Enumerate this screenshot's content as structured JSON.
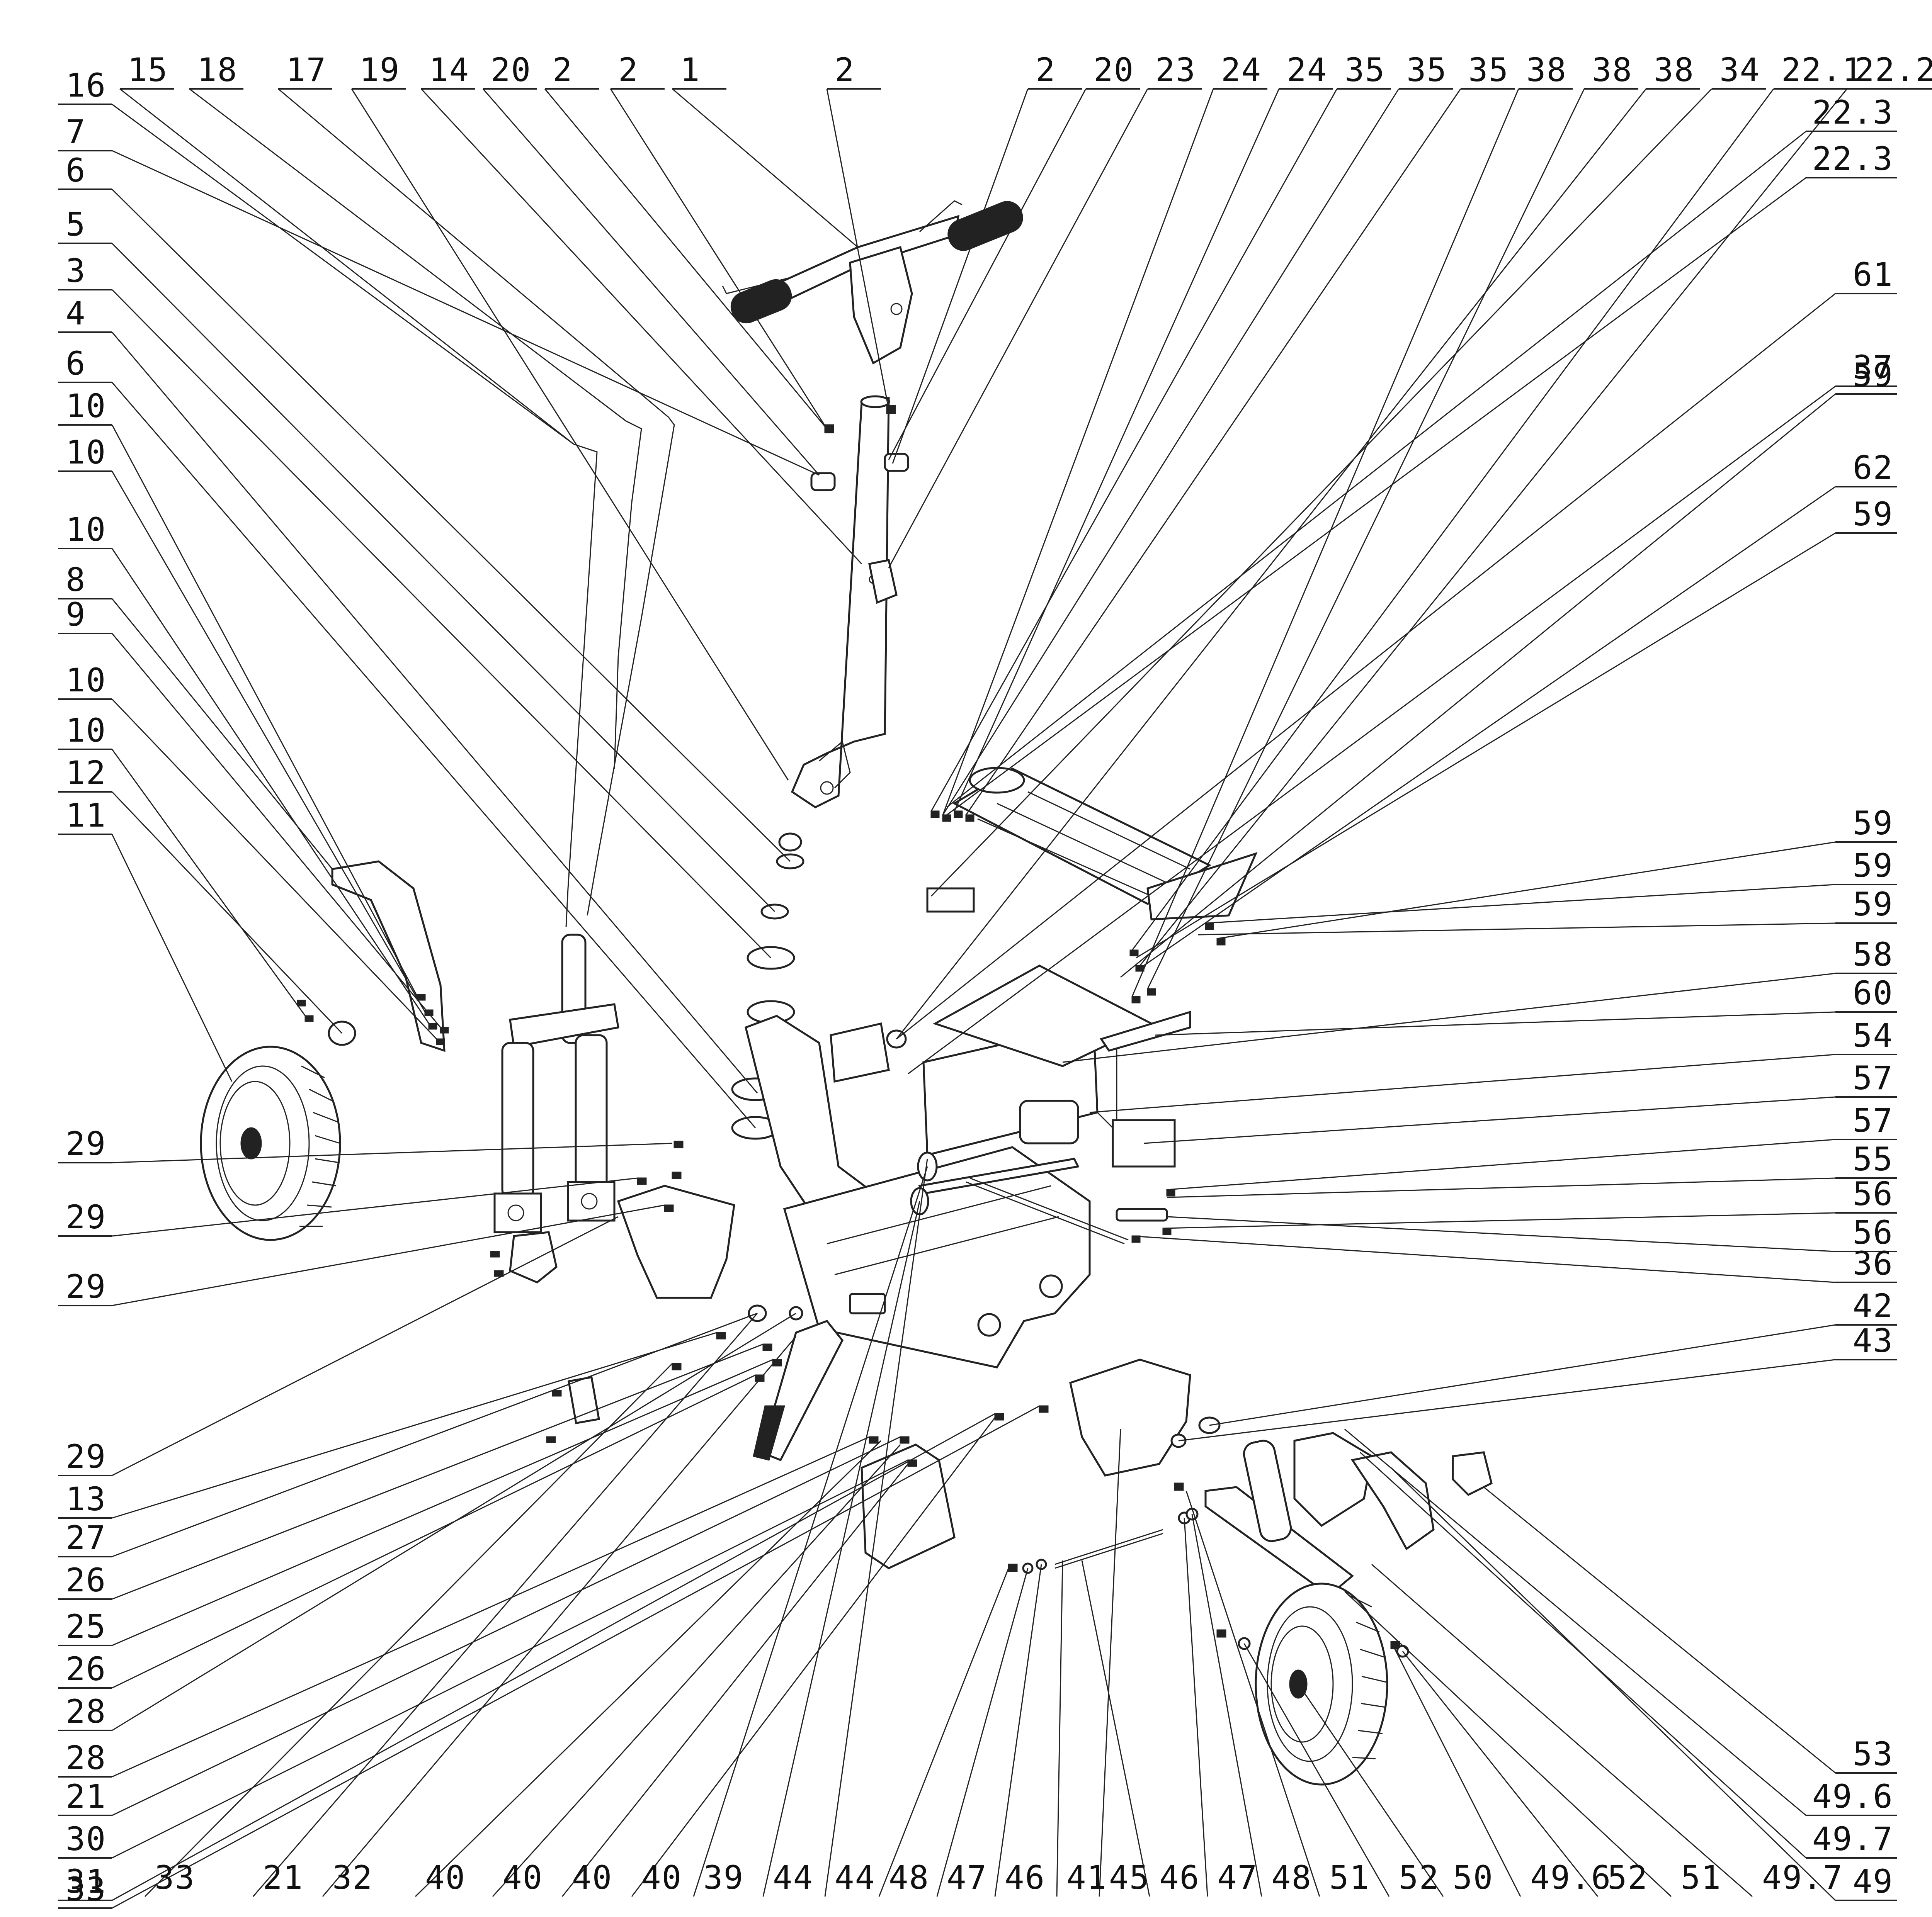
{
  "top_labels": [
    "15",
    "18",
    "17",
    "19",
    "14",
    "20",
    "2",
    "2",
    "1",
    "2",
    "2",
    "20",
    "23",
    "24",
    "24",
    "35",
    "35",
    "35",
    "38",
    "38",
    "38",
    "34",
    "22.1",
    "22.2"
  ],
  "left_labels": [
    "16",
    "7",
    "6",
    "5",
    "3",
    "4",
    "6",
    "10",
    "10",
    "10",
    "8",
    "9",
    "10",
    "10",
    "12",
    "11",
    "29",
    "29",
    "29",
    "29",
    "13",
    "27",
    "26",
    "25",
    "26",
    "28",
    "28",
    "21",
    "30",
    "31",
    "33"
  ],
  "right_labels": [
    "22.3",
    "22.3",
    "61",
    "37",
    "59",
    "62",
    "59",
    "59",
    "59",
    "59",
    "58",
    "60",
    "54",
    "57",
    "57",
    "55",
    "56",
    "56",
    "36",
    "42",
    "43",
    "53",
    "49.6",
    "49.7",
    "49"
  ],
  "bottom_labels": [
    "33",
    "21",
    "32",
    "40",
    "40",
    "40",
    "40",
    "39",
    "44",
    "44",
    "48",
    "47",
    "46",
    "41",
    "45",
    "46",
    "47",
    "48",
    "51",
    "52",
    "50",
    "49.6",
    "52",
    "51",
    "49.7"
  ]
}
